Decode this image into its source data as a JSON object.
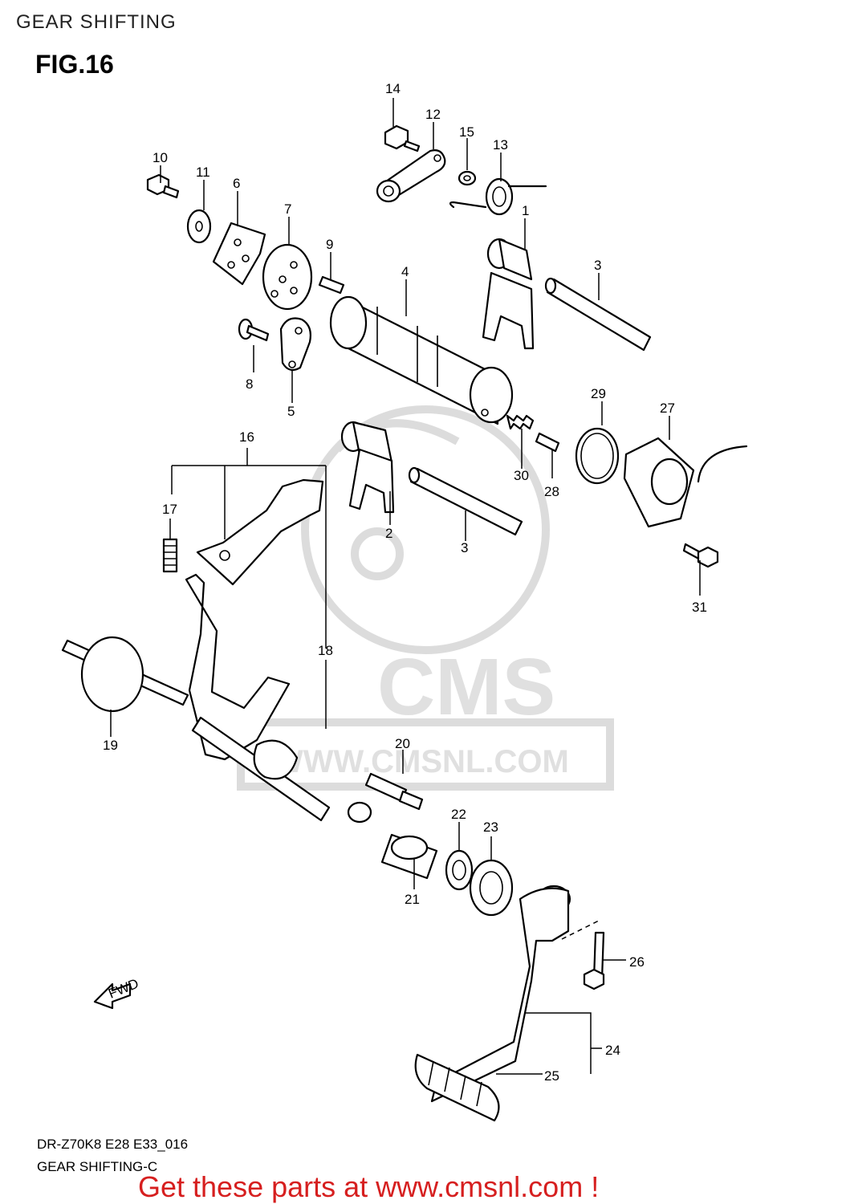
{
  "header": {
    "title": "GEAR SHIFTING",
    "figure": "FIG.16"
  },
  "watermark": {
    "brand": "CMS",
    "site": "WWW.CMSNL.COM"
  },
  "callouts": [
    {
      "num": "1"
    },
    {
      "num": "2"
    },
    {
      "num": "3"
    },
    {
      "num": "3"
    },
    {
      "num": "4"
    },
    {
      "num": "5"
    },
    {
      "num": "6"
    },
    {
      "num": "7"
    },
    {
      "num": "8"
    },
    {
      "num": "9"
    },
    {
      "num": "10"
    },
    {
      "num": "11"
    },
    {
      "num": "12"
    },
    {
      "num": "13"
    },
    {
      "num": "14"
    },
    {
      "num": "15"
    },
    {
      "num": "16"
    },
    {
      "num": "17"
    },
    {
      "num": "18"
    },
    {
      "num": "19"
    },
    {
      "num": "20"
    },
    {
      "num": "21"
    },
    {
      "num": "22"
    },
    {
      "num": "23"
    },
    {
      "num": "24"
    },
    {
      "num": "25"
    },
    {
      "num": "26"
    },
    {
      "num": "27"
    },
    {
      "num": "28"
    },
    {
      "num": "29"
    },
    {
      "num": "30"
    },
    {
      "num": "31"
    }
  ],
  "fwd_label": "FWD",
  "footer": {
    "code": "DR-Z70K8 E28 E33_016",
    "subtitle": "GEAR SHIFTING-C",
    "promo": "Get these parts at www.cmsnl.com !"
  },
  "colors": {
    "promo": "#d61f1f",
    "watermark": "#dcdcdc"
  }
}
